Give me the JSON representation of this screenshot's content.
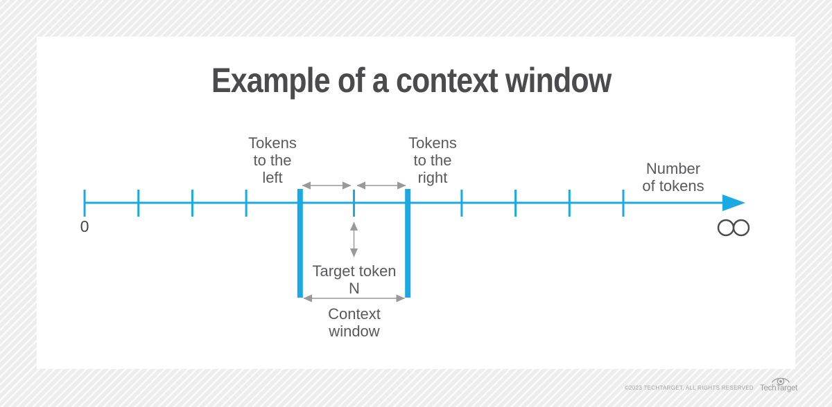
{
  "page": {
    "title": "Example of a context window"
  },
  "diagram": {
    "axis": {
      "start_label": "0",
      "end_symbol_icon": "infinity-icon",
      "arrow_icon": "arrow-right-icon",
      "left_tick_count": 4,
      "right_tick_count": 4,
      "center_tick_count": 1
    },
    "labels": {
      "tokens_left": "Tokens\nto the\nleft",
      "tokens_right": "Tokens\nto the\nright",
      "number_of_tokens": "Number\nof tokens",
      "target_token": "Target token\nN",
      "context_window": "Context\nwindow"
    },
    "colors": {
      "axis_line": "#1aa9e3",
      "window_bars": "#1aa9e3",
      "span_arrows": "#999999",
      "label_text": "#58595b",
      "title_text": "#4b4b4d",
      "infinity": "#4a4a4a"
    }
  },
  "footer": {
    "copyright": "©2023 TECHTARGET, ALL RIGHTS RESERVED",
    "brand": "TechTarget",
    "brand_icon": "eye-icon"
  }
}
